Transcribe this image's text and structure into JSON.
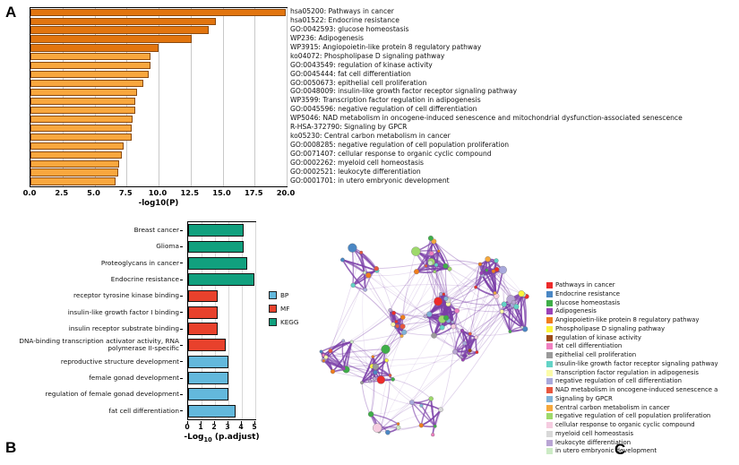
{
  "figure": {
    "panels": [
      {
        "letter": "A"
      },
      {
        "letter": "B"
      },
      {
        "letter": "C"
      }
    ]
  },
  "panelA": {
    "letter": "A",
    "xlabel": "-log10(P)",
    "xticks": [
      "0.0",
      "2.5",
      "5.0",
      "7.5",
      "10.0",
      "12.5",
      "15.0",
      "17.5",
      "20.0"
    ],
    "colors": {
      "dark": "#E2750F",
      "light": "#F9A73E",
      "edge": "#8A4A10"
    },
    "chart_data": {
      "type": "bar",
      "orientation": "horizontal",
      "title": "",
      "xlabel": "-log10(P)",
      "ylabel": "",
      "xlim": [
        0,
        20
      ],
      "grid": true,
      "categories": [
        "hsa05200: Pathways in cancer",
        "hsa01522: Endocrine resistance",
        "GO:0042593: glucose homeostasis",
        "WP236: Adipogenesis",
        "WP3915: Angiopoietin-like protein 8 regulatory pathway",
        "ko04072: Phospholipase D signaling pathway",
        "GO:0043549: regulation of kinase activity",
        "GO:0045444: fat cell differentiation",
        "GO:0050673: epithelial cell proliferation",
        "GO:0048009: insulin-like growth factor receptor signaling pathway",
        "WP3599: Transcription factor regulation in adipogenesis",
        "GO:0045596: negative regulation of cell differentiation",
        "WP5046: NAD metabolism in oncogene-induced senescence and mitochondrial dysfunction-associated senescence",
        "R-HSA-372790: Signaling by GPCR",
        "ko05230: Central carbon metabolism in cancer",
        "GO:0008285: negative regulation of cell population proliferation",
        "GO:0071407: cellular response to organic cyclic compound",
        "GO:0002262: myeloid cell homeostasis",
        "GO:0002521: leukocyte differentiation",
        "GO:0001701: in utero embryonic development"
      ],
      "values": [
        19.95,
        14.5,
        13.9,
        12.6,
        10.0,
        9.4,
        9.4,
        9.2,
        8.8,
        8.35,
        8.2,
        8.15,
        7.95,
        7.9,
        7.9,
        7.25,
        7.15,
        6.95,
        6.85,
        6.65
      ],
      "bar_colors": [
        "#E2750F",
        "#E2750F",
        "#E2750F",
        "#E2750F",
        "#E2750F",
        "#F9A73E",
        "#F9A73E",
        "#F9A73E",
        "#F9A73E",
        "#F9A73E",
        "#F9A73E",
        "#F9A73E",
        "#F9A73E",
        "#F9A73E",
        "#F9A73E",
        "#F9A73E",
        "#F9A73E",
        "#F9A73E",
        "#F9A73E",
        "#F9A73E"
      ]
    }
  },
  "panelB": {
    "letter": "B",
    "xlabel_main": "-Log",
    "xlabel_sub": "10",
    "xlabel_tail": " (p.adjust)",
    "xticks": [
      "0",
      "1",
      "2",
      "3",
      "4",
      "5"
    ],
    "legend": [
      {
        "label": "BP",
        "color": "#63B8DC"
      },
      {
        "label": "MF",
        "color": "#E8412C"
      },
      {
        "label": "KEGG",
        "color": "#11A07E"
      }
    ],
    "chart_data": {
      "type": "bar",
      "orientation": "horizontal",
      "title": "",
      "xlabel": "-Log10 (p.adjust)",
      "ylabel": "",
      "xlim": [
        0,
        5
      ],
      "grid": true,
      "legend_position": "right",
      "categories": [
        "Breast cancer",
        "Glioma",
        "Proteoglycans in cancer",
        "Endocrine resistance",
        "receptor tyrosine kinase binding",
        "insulin-like growth factor I binding",
        "insulin receptor substrate binding",
        "DNA-binding transcription activator activity, RNA polymerase II-specific",
        "reproductive structure development",
        "female gonad development",
        "regulation of female gonad development",
        "fat cell differentiation"
      ],
      "values": [
        4.1,
        4.1,
        4.4,
        4.9,
        2.2,
        2.2,
        2.2,
        2.8,
        3.0,
        3.0,
        3.0,
        3.5
      ],
      "groups": [
        "KEGG",
        "KEGG",
        "KEGG",
        "KEGG",
        "MF",
        "MF",
        "MF",
        "MF",
        "BP",
        "BP",
        "BP",
        "BP"
      ],
      "group_colors": {
        "BP": "#63B8DC",
        "MF": "#E8412C",
        "KEGG": "#11A07E"
      }
    }
  },
  "panelC": {
    "letter": "C",
    "legend": [
      {
        "label": "Pathways in cancer",
        "color": "#ED2B2B"
      },
      {
        "label": "Endocrine resistance",
        "color": "#4A87C4"
      },
      {
        "label": "glucose homeostasis",
        "color": "#3FAE49"
      },
      {
        "label": "Adipogenesis",
        "color": "#9B42B8"
      },
      {
        "label": "Angiopoietin-like protein 8 regulatory pathway",
        "color": "#F07D1C"
      },
      {
        "label": "Phospholipase D signaling pathway",
        "color": "#FBF53C"
      },
      {
        "label": "regulation of kinase activity",
        "color": "#9C4A18"
      },
      {
        "label": "fat cell differentiation",
        "color": "#F07FC0"
      },
      {
        "label": "epithelial cell proliferation",
        "color": "#9A9A9A"
      },
      {
        "label": "insulin-like growth factor receptor signaling pathway",
        "color": "#63D3C6"
      },
      {
        "label": "Transcription factor regulation in adipogenesis",
        "color": "#FBFBA8"
      },
      {
        "label": "negative regulation of cell differentiation",
        "color": "#A9A9DC"
      },
      {
        "label": "NAD metabolism in oncogene-induced senescence a",
        "color": "#E8573F"
      },
      {
        "label": "Signaling by GPCR",
        "color": "#7FB3D8"
      },
      {
        "label": "Central carbon metabolism in cancer",
        "color": "#F5A83C"
      },
      {
        "label": "negative regulation of cell population proliferation",
        "color": "#9ED96B"
      },
      {
        "label": "cellular response to organic cyclic compound",
        "color": "#F5CCE0"
      },
      {
        "label": "myeloid cell homeostasis",
        "color": "#D8D8D8"
      },
      {
        "label": "leukocyte differentiation",
        "color": "#B9A5D4"
      },
      {
        "label": "in utero embryonic development",
        "color": "#CCEBC5"
      }
    ],
    "network": {
      "edge_color": "#7B3FA8",
      "description": "protein-protein interaction network"
    }
  }
}
